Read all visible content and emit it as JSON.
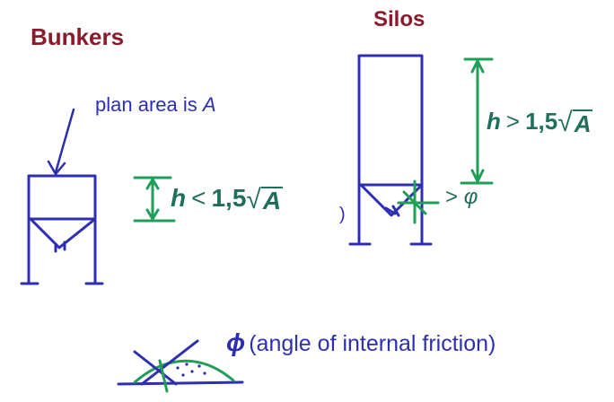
{
  "bunkers": {
    "title": "Bunkers",
    "note_prefix": "plan area is ",
    "note_var": "A",
    "condition": {
      "var": "h",
      "relation": "<",
      "coef": "1,5",
      "radicand": "A"
    }
  },
  "silos": {
    "title": "Silos",
    "condition": {
      "var": "h",
      "relation": ">",
      "coef": "1,5",
      "radicand": "A"
    },
    "angle_label": {
      "relation": ">",
      "symbol": "φ"
    },
    "stray_mark": ")"
  },
  "friction": {
    "symbol": "ϕ",
    "text": "(angle of internal friction)"
  },
  "colors": {
    "title": "#8b1a2b",
    "sketch": "#2d2fb0",
    "dimension": "#1f9e5a",
    "formula": "#1f6f5c"
  }
}
